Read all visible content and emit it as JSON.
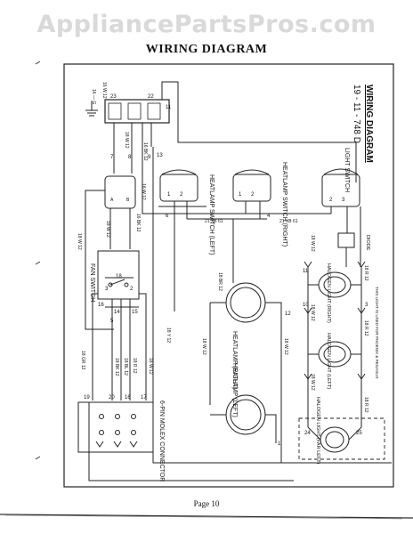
{
  "watermark": "AppliancePartsPros.com",
  "title": "WIRING DIAGRAM",
  "page_label": "Page 10",
  "title_block": {
    "heading": "WIRING DIAGRAM",
    "number": "19 - 11 - 748 D"
  },
  "components": {
    "fan_switch": "FAN SWITCH",
    "heatlamp_switch_left": "HEATLAMP SWITCH (LEFT)",
    "heatlamp_switch_right": "HEATLAMP SWITCH (RIGHT)",
    "light_switch": "LIGHT SWITCH",
    "heatlamp_right": "HEATLAMP (RIGHT)",
    "heatlamp_left": "HEATLAMP (LEFT)",
    "halogen_right": "HALOGEN LIGHT (RIGHT)",
    "halogen_left": "HALOGEN LIGHT (LEFT)",
    "halogen_far_left": "HALOGEN LIGHT (FAR LEFT)",
    "diode": "DIODE",
    "molex": "6-PIN MOLEX CONNECTOR",
    "note": "THIS LIGHT IS USED FOR PHOENIX & PEGASUS"
  },
  "wire_labels": {
    "w1": "18 W 12",
    "w2": "18 BK 12",
    "w3": "18 R 12",
    "w4": "18 GR 12",
    "w5": "18 Y 12",
    "w6": "16 W 12",
    "w7": "16 BK 12",
    "w8": "21 XB 61",
    "w9": "16 — G",
    "w10": "18 BR 12",
    "w11": "18 BL 12"
  },
  "pins": {
    "p1": "1",
    "p2": "2",
    "p3": "3",
    "p4": "4",
    "p5": "5",
    "p6": "6",
    "p7": "7",
    "p8": "8",
    "p9": "9",
    "p10": "10",
    "p11": "11",
    "p12": "12",
    "p13": "13",
    "p14": "14",
    "p15": "15",
    "p16": "16",
    "p17": "17",
    "p18": "18",
    "p19": "19",
    "p20": "20",
    "p21": "21",
    "p22": "22",
    "p23": "23",
    "p24": "24",
    "p25": "25",
    "pa": "A",
    "pb": "B"
  }
}
